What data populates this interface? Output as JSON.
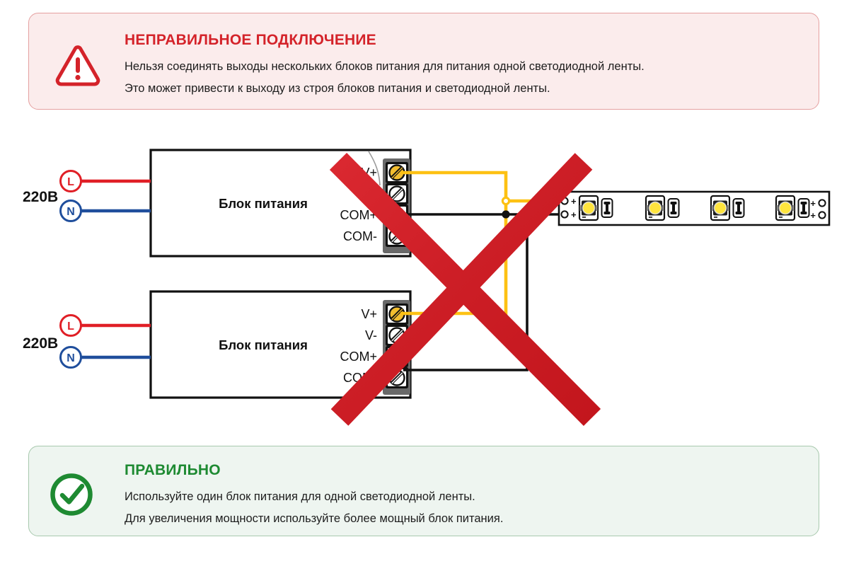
{
  "warning_box": {
    "title": "НЕПРАВИЛЬНОЕ ПОДКЛЮЧЕНИЕ",
    "lines": [
      "Нельзя соединять выходы нескольких блоков питания для питания одной светодиодной ленты.",
      "Это может привести к выходу из строя блоков питания и светодиодной ленты."
    ],
    "icon": "warning-triangle-icon",
    "accent_color": "#d4232a",
    "bg_color": "#fbecec",
    "border_color": "#e5a0a0"
  },
  "correct_box": {
    "title": "ПРАВИЛЬНО",
    "lines": [
      "Используйте один блок питания для одной светодиодной ленты.",
      "Для увеличения мощности используйте более мощный блок питания."
    ],
    "icon": "check-circle-icon",
    "accent_color": "#1e8a32",
    "bg_color": "#eef5f0",
    "border_color": "#a8c9ae"
  },
  "diagram": {
    "mains_voltage": "220В",
    "live_label": "L",
    "neutral_label": "N",
    "psu_label": "Блок питания",
    "terminals": [
      "V+",
      "V-",
      "COM+",
      "COM-"
    ],
    "strip_pad_label": "+",
    "colors": {
      "live_wire": "#e01f26",
      "neutral_wire": "#1f4e9c",
      "positive_wire": "#fdc113",
      "common_wire": "#111111",
      "cross": "#d2232a",
      "terminal_strip": "#696969",
      "led_chip_yellow": "#ffe43e"
    }
  }
}
